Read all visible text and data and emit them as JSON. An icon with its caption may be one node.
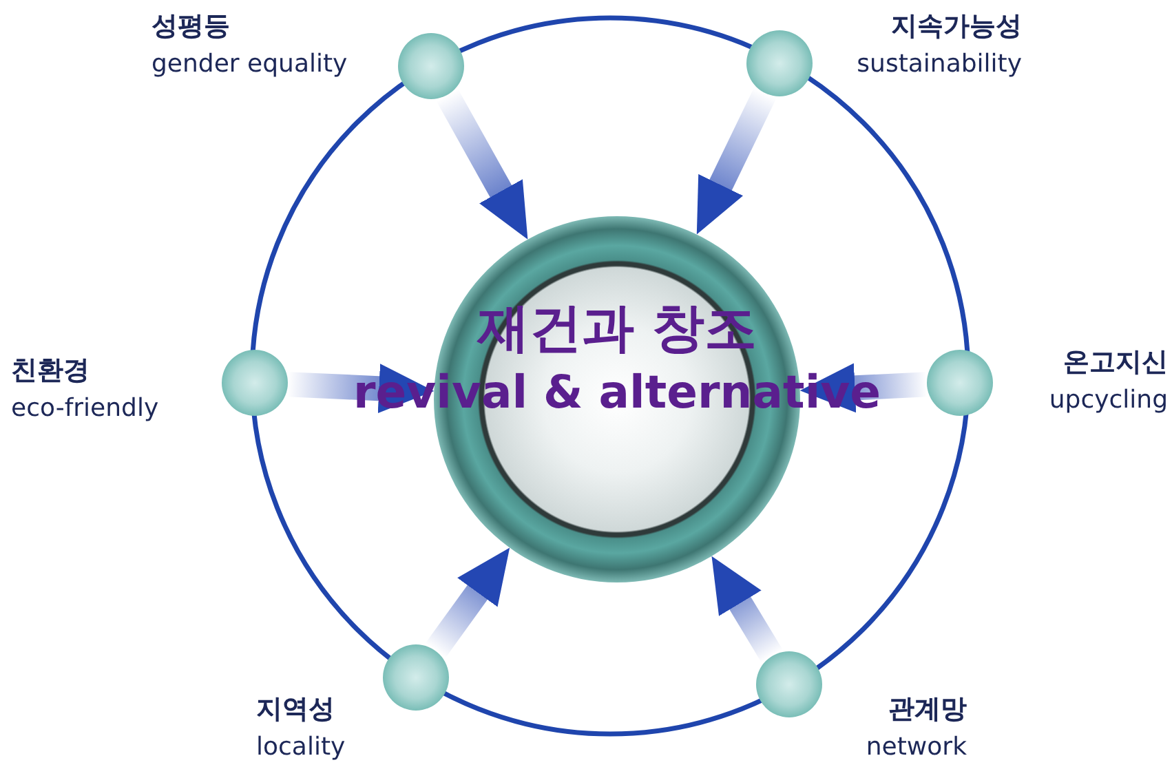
{
  "diagram": {
    "nodes": [
      {
        "text": [
          "재건과 창조",
          "revival & alternative"
        ]
      },
      {
        "text": [],
        "shape": "circle",
        "beside": [
          "성평등",
          "gender equality"
        ]
      },
      {
        "text": [],
        "shape": "circle",
        "beside": [
          "지속가능성",
          "sustainability"
        ]
      },
      {
        "text": [],
        "shape": "circle",
        "beside": [
          "친환경",
          "eco-friendly"
        ]
      },
      {
        "text": [],
        "shape": "circle",
        "beside": [
          "온고지신",
          "upcycling"
        ]
      },
      {
        "text": [],
        "shape": "circle",
        "beside": [
          "지역성",
          "locality"
        ]
      },
      {
        "text": [],
        "shape": "circle",
        "beside": [
          "관계망",
          "network"
        ]
      }
    ],
    "edges": [
      {
        "from": 1,
        "to": 0,
        "arrow": "to"
      },
      {
        "from": 2,
        "to": 0,
        "arrow": "to"
      },
      {
        "from": 3,
        "to": 0,
        "arrow": "to"
      },
      {
        "from": 4,
        "to": 0,
        "arrow": "to"
      },
      {
        "from": 5,
        "to": 0,
        "arrow": "to"
      },
      {
        "from": 6,
        "to": 0,
        "arrow": "to"
      }
    ]
  }
}
